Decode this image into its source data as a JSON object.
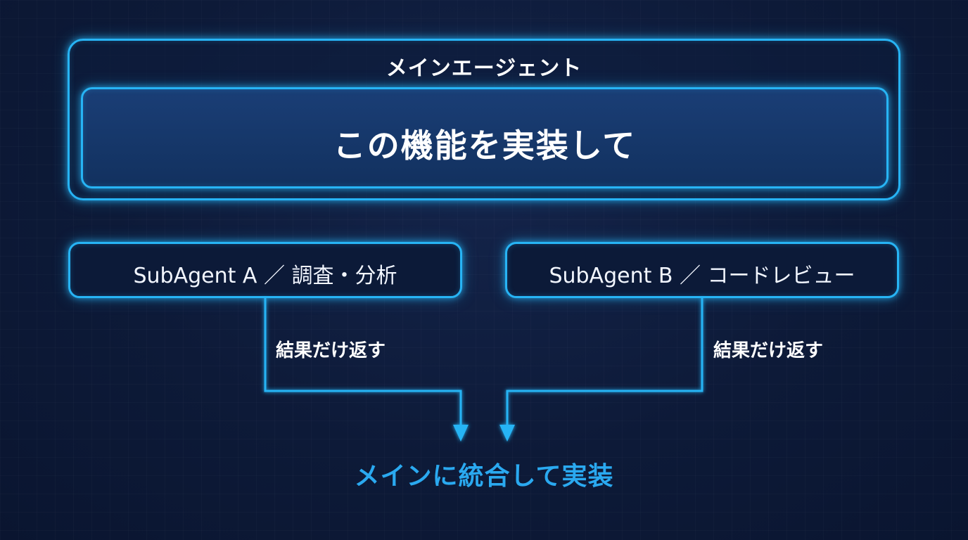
{
  "main_agent": {
    "title": "メインエージェント",
    "task": "この機能を実装して"
  },
  "subagents": [
    {
      "label": "SubAgent A ／ 調査・分析",
      "return_label": "結果だけ返す"
    },
    {
      "label": "SubAgent B ／ コードレビュー",
      "return_label": "結果だけ返す"
    }
  ],
  "result": "メインに統合して実装",
  "colors": {
    "accent": "#27b4f5",
    "background": "#0d1a38",
    "result_text": "#2aa9f0",
    "task_fill": "#1a3e76"
  }
}
